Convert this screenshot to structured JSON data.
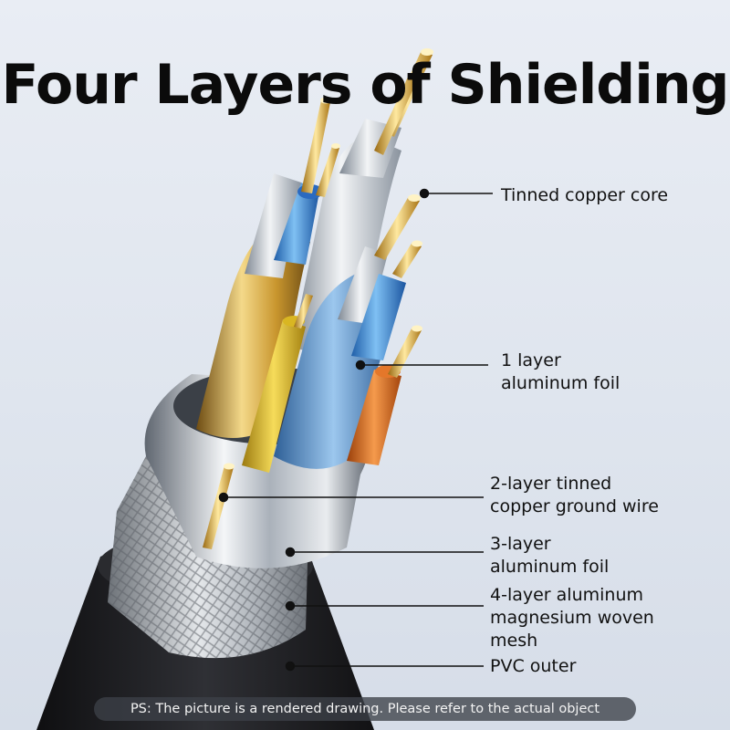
{
  "title": "Four Layers of Shielding",
  "callouts": [
    {
      "lines": [
        "Tinned copper core"
      ]
    },
    {
      "lines": [
        "1 layer",
        "aluminum foil"
      ]
    },
    {
      "lines": [
        "2-layer tinned",
        "copper ground wire"
      ]
    },
    {
      "lines": [
        "3-layer",
        "aluminum foil"
      ]
    },
    {
      "lines": [
        "4-layer aluminum",
        "magnesium woven",
        "mesh"
      ]
    },
    {
      "lines": [
        "PVC outer"
      ]
    }
  ],
  "footnote": "PS: The picture is a rendered drawing. Please refer to the actual object",
  "colors": {
    "background": "#e4e9f1",
    "title": "#0b0b0b",
    "copper_core": "#e8b83a",
    "blue_insulation": "#3a8ad8",
    "orange_insulation": "#e0701e",
    "gold_foil": "#c9a24a",
    "silver_foil": "#b9c2cc",
    "pvc_outer": "#1f1f22"
  },
  "icons": [
    "cable-cross-section-illustration"
  ]
}
